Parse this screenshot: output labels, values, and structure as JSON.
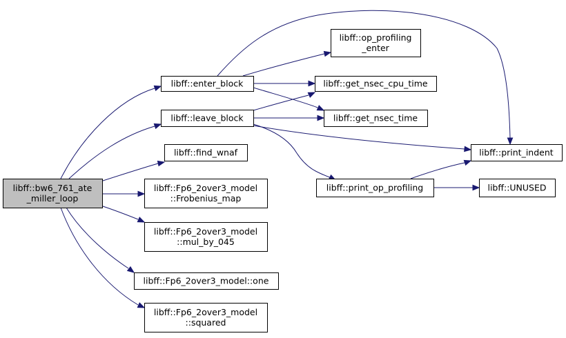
{
  "graph": {
    "nodes": [
      {
        "id": "root",
        "lines": [
          "libff::bw6_761_ate",
          "_miller_loop"
        ],
        "highlighted": true
      },
      {
        "id": "enter_block",
        "lines": [
          "libff::enter_block"
        ]
      },
      {
        "id": "leave_block",
        "lines": [
          "libff::leave_block"
        ]
      },
      {
        "id": "find_wnaf",
        "lines": [
          "libff::find_wnaf"
        ]
      },
      {
        "id": "frobenius_map",
        "lines": [
          "libff::Fp6_2over3_model",
          "::Frobenius_map"
        ]
      },
      {
        "id": "mul_by_045",
        "lines": [
          "libff::Fp6_2over3_model",
          "::mul_by_045"
        ]
      },
      {
        "id": "one",
        "lines": [
          "libff::Fp6_2over3_model::one"
        ]
      },
      {
        "id": "squared",
        "lines": [
          "libff::Fp6_2over3_model",
          "::squared"
        ]
      },
      {
        "id": "op_profiling_enter",
        "lines": [
          "libff::op_profiling",
          "_enter"
        ]
      },
      {
        "id": "get_nsec_cpu_time",
        "lines": [
          "libff::get_nsec_cpu_time"
        ]
      },
      {
        "id": "get_nsec_time",
        "lines": [
          "libff::get_nsec_time"
        ]
      },
      {
        "id": "print_indent",
        "lines": [
          "libff::print_indent"
        ]
      },
      {
        "id": "print_op_profiling",
        "lines": [
          "libff::print_op_profiling"
        ]
      },
      {
        "id": "unused",
        "lines": [
          "libff::UNUSED"
        ]
      }
    ],
    "edges": [
      {
        "from": "root",
        "to": "enter_block"
      },
      {
        "from": "root",
        "to": "leave_block"
      },
      {
        "from": "root",
        "to": "find_wnaf"
      },
      {
        "from": "root",
        "to": "frobenius_map"
      },
      {
        "from": "root",
        "to": "mul_by_045"
      },
      {
        "from": "root",
        "to": "one"
      },
      {
        "from": "root",
        "to": "squared"
      },
      {
        "from": "enter_block",
        "to": "op_profiling_enter"
      },
      {
        "from": "enter_block",
        "to": "get_nsec_cpu_time"
      },
      {
        "from": "enter_block",
        "to": "get_nsec_time"
      },
      {
        "from": "enter_block",
        "to": "print_indent"
      },
      {
        "from": "leave_block",
        "to": "get_nsec_cpu_time"
      },
      {
        "from": "leave_block",
        "to": "get_nsec_time"
      },
      {
        "from": "leave_block",
        "to": "print_indent"
      },
      {
        "from": "leave_block",
        "to": "print_op_profiling"
      },
      {
        "from": "print_op_profiling",
        "to": "print_indent"
      },
      {
        "from": "print_op_profiling",
        "to": "unused"
      }
    ]
  },
  "colors": {
    "edge": "#191970",
    "node_border": "#000000",
    "node_fill": "#ffffff",
    "highlight_fill": "#bfbfbf"
  }
}
